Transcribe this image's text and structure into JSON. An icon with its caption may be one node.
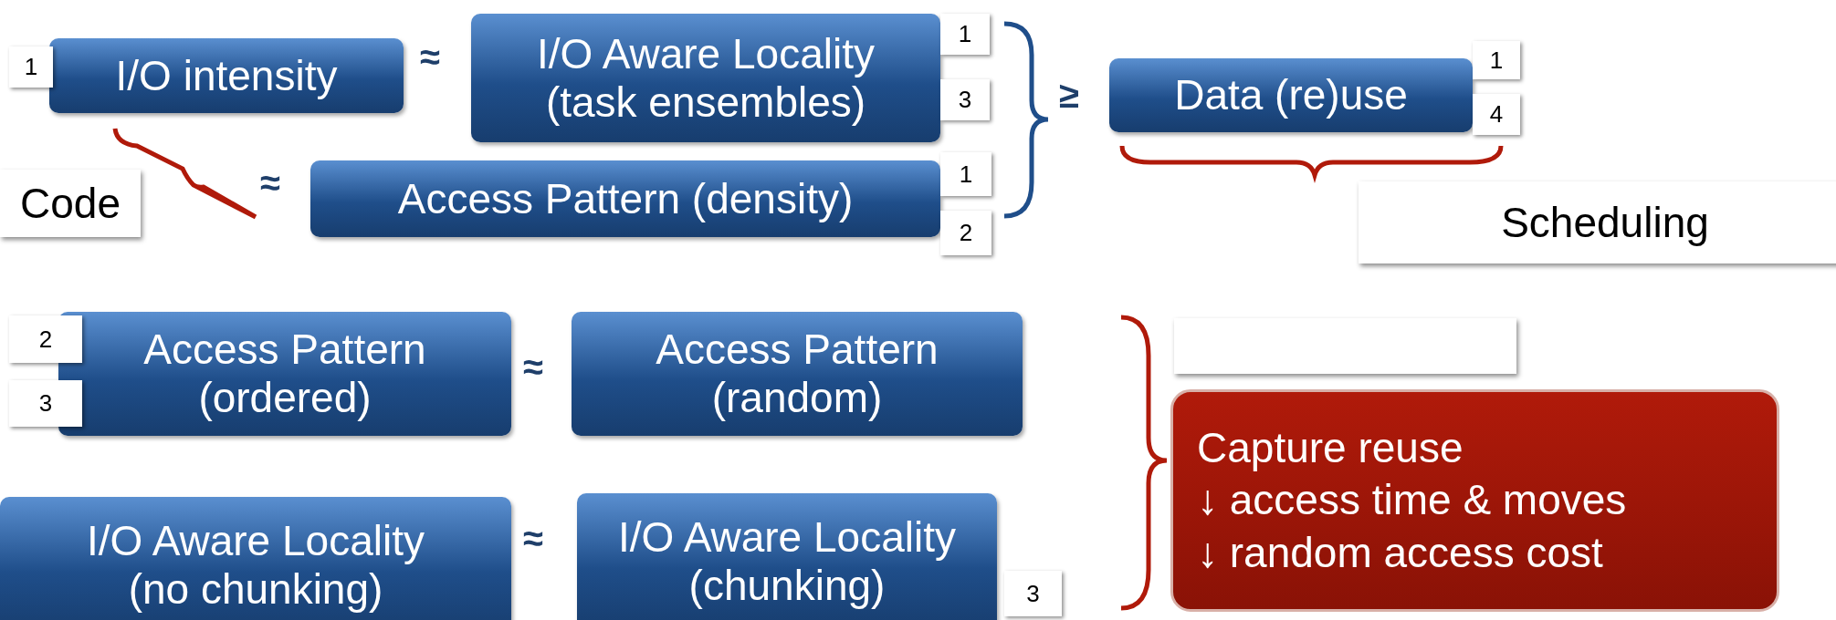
{
  "diagram": {
    "nodes": [
      {
        "text": [
          "I/O intensity"
        ],
        "beside": [
          "1"
        ]
      },
      {
        "text": [
          "I/O Aware Locality (task ensembles)"
        ],
        "beside": [
          "1",
          "3"
        ]
      },
      {
        "text": [
          "Data (re)use"
        ],
        "beside": [
          "1",
          "4"
        ]
      },
      {
        "text": [
          "Code"
        ]
      },
      {
        "text": [
          "Access Pattern (density)"
        ],
        "beside": [
          "1",
          "2"
        ]
      },
      {
        "text": [
          "Scheduling"
        ]
      },
      {
        "text": [
          "Access Pattern (ordered)"
        ],
        "beside": [
          "2",
          "3"
        ]
      },
      {
        "text": [
          "Access Pattern (random)"
        ]
      },
      {
        "text": [],
        "shape": "box"
      },
      {
        "text": [
          "I/O Aware Locality (no chunking)"
        ]
      },
      {
        "text": [
          "I/O Aware Locality (chunking)"
        ],
        "beside": [
          "3"
        ]
      },
      {
        "text": [
          "Capture reuse",
          "↓ access time & moves",
          "↓ random access cost"
        ]
      }
    ],
    "labels": [
      "≈",
      "≥",
      "≈",
      "≈",
      "≈"
    ]
  }
}
